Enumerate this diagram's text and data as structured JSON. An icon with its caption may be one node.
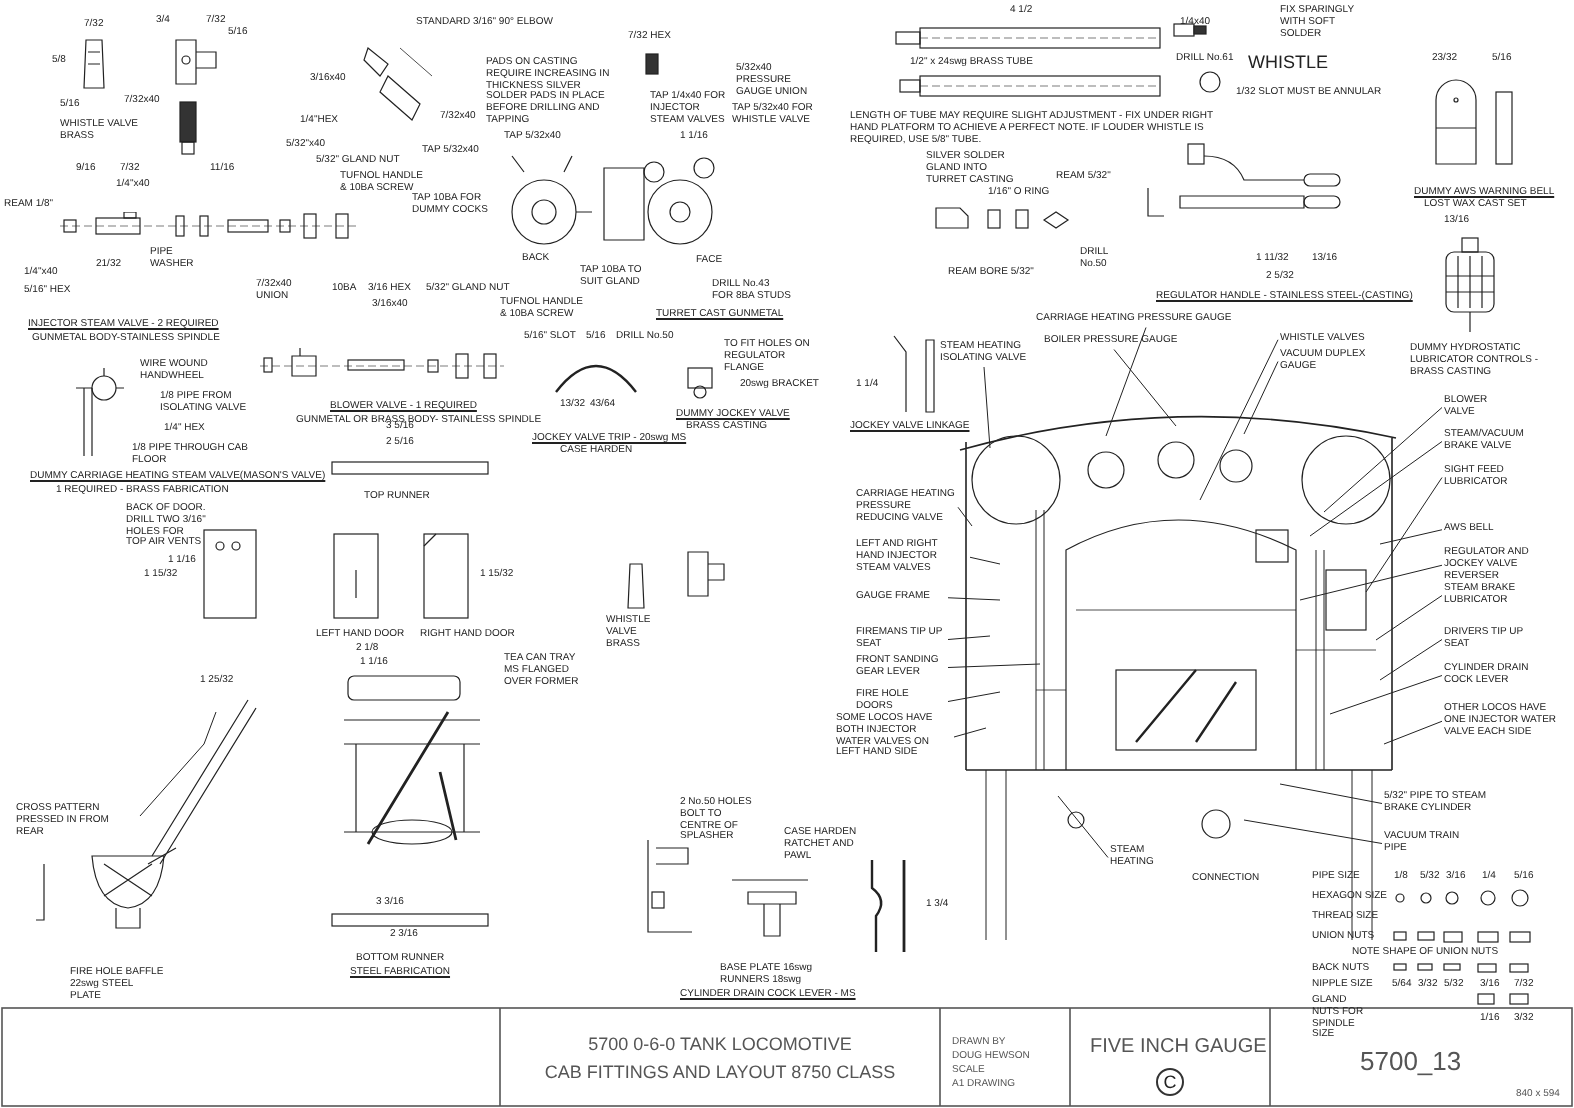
{
  "diagram": {
    "title": "5700 0-6-0 TANK LOCOMOTIVE",
    "nodes": [
      {
        "text": [
          "CARRIAGE HEATING PRESSURE GAUGE"
        ]
      },
      {
        "text": [
          "BOILER PRESSURE GAUGE"
        ]
      },
      {
        "text": [
          "WHISTLE VALVES"
        ]
      },
      {
        "text": [
          "VACUUM DUPLEX GAUGE"
        ]
      },
      {
        "text": [
          "BLOWER VALVE"
        ]
      },
      {
        "text": [
          "STEAM/VACUUM BRAKE VALVE"
        ]
      },
      {
        "text": [
          "SIGHT FEED LUBRICATOR"
        ]
      },
      {
        "text": [
          "AWS BELL"
        ]
      },
      {
        "text": [
          "REGULATOR AND JOCKEY VALVE REVERSER"
        ]
      },
      {
        "text": [
          "STEAM BRAKE LUBRICATOR"
        ]
      },
      {
        "text": [
          "DRIVERS TIP UP SEAT"
        ]
      },
      {
        "text": [
          "CYLINDER DRAIN COCK LEVER"
        ]
      },
      {
        "text": [
          "OTHER LOCOS HAVE ONE INJECTOR WATER VALVE EACH SIDE"
        ]
      },
      {
        "text": [
          "STEAM HEATING ISOLATING VALVE"
        ]
      },
      {
        "text": [
          "CARRIAGE HEATING PRESSURE REDUCING VALVE"
        ]
      },
      {
        "text": [
          "LEFT AND RIGHT HAND INJECTOR STEAM VALVES"
        ]
      },
      {
        "text": [
          "GAUGE FRAME"
        ]
      },
      {
        "text": [
          "FIREMANS TIP UP SEAT"
        ]
      },
      {
        "text": [
          "FRONT SANDING GEAR LEVER"
        ]
      },
      {
        "text": [
          "FIRE HOLE DOORS"
        ]
      },
      {
        "text": [
          "SOME LOCOS HAVE BOTH INJECTOR WATER VALVES ON LEFT HAND SIDE"
        ]
      },
      {
        "text": [
          "5/32\" PIPE TO STEAM BRAKE CYLINDER"
        ]
      },
      {
        "text": [
          "VACUUM TRAIN PIPE"
        ]
      },
      {
        "text": [
          "STEAM HEATING"
        ]
      }
    ],
    "edges": [
      {
        "from": 0,
        "to": null,
        "arrow": "none"
      },
      {
        "from": 1,
        "to": null,
        "arrow": "none"
      },
      {
        "from": 2,
        "to": null,
        "arrow": "none"
      },
      {
        "from": 3,
        "to": null,
        "arrow": "none"
      },
      {
        "from": 4,
        "to": null,
        "arrow": "none"
      },
      {
        "from": 5,
        "to": null,
        "arrow": "none"
      },
      {
        "from": 6,
        "to": null,
        "arrow": "none"
      },
      {
        "from": 7,
        "to": null,
        "arrow": "none"
      },
      {
        "from": 8,
        "to": null,
        "arrow": "none"
      },
      {
        "from": 9,
        "to": null,
        "arrow": "none"
      },
      {
        "from": 10,
        "to": null,
        "arrow": "none"
      },
      {
        "from": 11,
        "to": null,
        "arrow": "none"
      },
      {
        "from": 12,
        "to": null,
        "arrow": "none"
      },
      {
        "from": 13,
        "to": null,
        "arrow": "none"
      },
      {
        "from": 14,
        "to": null,
        "arrow": "none"
      },
      {
        "from": 15,
        "to": null,
        "arrow": "none"
      },
      {
        "from": 16,
        "to": null,
        "arrow": "none"
      },
      {
        "from": 17,
        "to": null,
        "arrow": "none"
      },
      {
        "from": 18,
        "to": null,
        "arrow": "none"
      },
      {
        "from": 19,
        "to": null,
        "arrow": "none"
      },
      {
        "from": 20,
        "to": null,
        "arrow": "none"
      },
      {
        "from": 21,
        "to": null,
        "arrow": "none"
      },
      {
        "from": 22,
        "to": null,
        "arrow": "none"
      },
      {
        "from": 23,
        "to": null,
        "arrow": "none"
      }
    ],
    "labels": [
      "WHISTLE VALVE BRASS",
      "7/32",
      "5/8",
      "5/16",
      "3/4",
      "7/32",
      "5/16",
      "7/32x40",
      "REAM 1/8\"",
      "9/16",
      "7/32",
      "1/4\"x40",
      "PIPE WASHER",
      "1/4\"x40",
      "5/16\" HEX",
      "21/32",
      "11/16",
      "5/32\"x40",
      "5/32\" GLAND NUT",
      "TUFNOL HANDLE & 10BA SCREW",
      "INJECTOR STEAM VALVE - 2 REQUIRED",
      "GUNMETAL BODY-STAINLESS SPINDLE",
      "WIRE WOUND HANDWHEEL",
      "1/8 PIPE FROM ISOLATING VALVE",
      "1/4\" HEX",
      "1/8 PIPE THROUGH CAB FLOOR",
      "DUMMY CARRIAGE HEATING STEAM VALVE(MASON'S VALVE)",
      "1 REQUIRED - BRASS FABRICATION",
      "STANDARD 3/16\" 90° ELBOW",
      "3/16x40",
      "1/4\"HEX",
      "7/32x40",
      "PADS ON CASTING REQUIRE INCREASING IN THICKNESS SILVER SOLDER PADS IN PLACE BEFORE DRILLING AND TAPPING",
      "TAP 5/32x40",
      "TAP 5/32x40",
      "TAP 10BA FOR DUMMY COCKS",
      "BACK",
      "TAP 10BA TO SUIT GLAND",
      "7/32 HEX",
      "5/32x40 PRESSURE GAUGE UNION",
      "TAP 1/4x40 FOR INJECTOR STEAM VALVES",
      "TAP 5/32x40 FOR WHISTLE VALVE",
      "1 1/16",
      "FACE",
      "DRILL No.43 FOR 8BA STUDS",
      "TURRET CAST GUNMETAL",
      "SILVER SOLDER GLAND INTO TURRET CASTING",
      "1/16\" O RING",
      "REAM BORE 5/32\"",
      "4 1/2",
      "1/2\" x 24swg BRASS TUBE",
      "LENGTH OF TUBE MAY REQUIRE SLIGHT ADJUSTMENT - FIX UNDER RIGHT HAND PLATFORM TO ACHIEVE A PERFECT NOTE. IF LOUDER WHISTLE IS REQUIRED, USE 5/8\" TUBE.",
      "FIX SPARINGLY WITH SOFT SOLDER",
      "1/4x40",
      "DRILL No.61",
      "WHISTLE",
      "1/32 SLOT MUST BE ANNULAR",
      "REAM 5/32\"",
      "DRILL No.50",
      "1 11/32",
      "13/16",
      "2 5/32",
      "REGULATOR HANDLE - STAINLESS STEEL-(CASTING)",
      "23/32",
      "5/16",
      "DUMMY AWS WARNING BELL",
      "LOST WAX CAST SET",
      "13/16",
      "DUMMY HYDROSTATIC LUBRICATOR CONTROLS - BRASS CASTING",
      "7/32x40 UNION",
      "10BA",
      "3/16 HEX",
      "3/16x40",
      "5/32\" GLAND NUT",
      "TUFNOL HANDLE & 10BA SCREW",
      "BLOWER VALVE - 1 REQUIRED",
      "GUNMETAL OR BRASS BODY- STAINLESS SPINDLE",
      "3 5/16",
      "2 5/16",
      "TOP RUNNER",
      "BACK OF DOOR. DRILL TWO 3/16\" HOLES FOR TOP AIR VENTS",
      "5/16\" SLOT",
      "5/16",
      "DRILL No.50",
      "13/32",
      "43/64",
      "JOCKEY VALVE TRIP - 20swg MS",
      "CASE HARDEN",
      "TO FIT HOLES ON REGULATOR FLANGE",
      "20swg BRACKET",
      "DUMMY JOCKEY VALVE",
      "BRASS CASTING",
      "1 1/4",
      "JOCKEY VALVE LINKAGE",
      "1 15/32",
      "1 1/16",
      "LEFT HAND DOOR",
      "RIGHT HAND DOOR",
      "1 15/32",
      "2 1/8",
      "1 1/16",
      "TEA CAN TRAY MS FLANGED OVER FORMER",
      "1 25/32",
      "CROSS PATTERN PRESSED IN FROM REAR",
      "3 3/16",
      "2 3/16",
      "BOTTOM RUNNER",
      "STEEL FABRICATION",
      "FIRE HOLE BAFFLE 22swg STEEL PLATE",
      "WHISTLE VALVE BRASS",
      "2 No.50 HOLES BOLT TO CENTRE OF SPLASHER",
      "CASE HARDEN RATCHET AND PAWL",
      "BASE PLATE 16swg RUNNERS 18swg",
      "CYLINDER DRAIN COCK LEVER - MS",
      "1 3/4",
      "CONNECTION",
      "PIPE SIZE",
      "HEXAGON SIZE",
      "THREAD SIZE",
      "UNION NUTS",
      "NOTE SHAPE OF UNION NUTS",
      "BACK NUTS",
      "NIPPLE SIZE",
      "GLAND NUTS FOR SPINDLE SIZE",
      "1/8",
      "5/32",
      "3/16",
      "1/4",
      "5/16",
      "5/64",
      "3/32",
      "5/32",
      "3/16",
      "7/32",
      "1/16",
      "3/32",
      "CAB FITTINGS AND LAYOUT 8750 CLASS",
      "DRAWN BY",
      "DOUG HEWSON",
      "SCALE",
      "A1 DRAWING",
      "FIVE INCH GAUGE",
      "C",
      "5700_13",
      "840 x 594"
    ]
  }
}
